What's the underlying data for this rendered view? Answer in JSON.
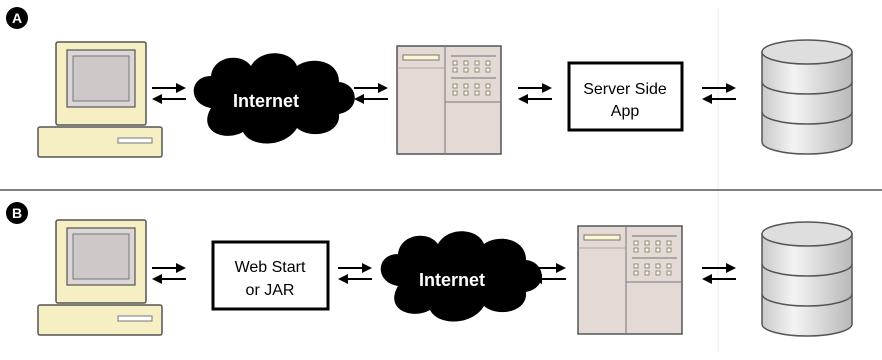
{
  "panels": {
    "a": {
      "badge": "A",
      "cloud_label": "Internet",
      "app_box_line1": "Server Side",
      "app_box_line2": "App"
    },
    "b": {
      "badge": "B",
      "app_box_line1": "Web Start",
      "app_box_line2": "or JAR",
      "cloud_label": "Internet"
    }
  },
  "icons": [
    "computer-icon",
    "cloud-icon",
    "server-rack-icon",
    "database-icon",
    "bidirectional-arrows-icon"
  ],
  "colors": {
    "computer_body": "#f7efc4",
    "computer_screen": "#d3cccc",
    "server_body": "#e3dad5",
    "cloud": "#000000",
    "database": "#e6e6e6",
    "divider": "#555555"
  }
}
